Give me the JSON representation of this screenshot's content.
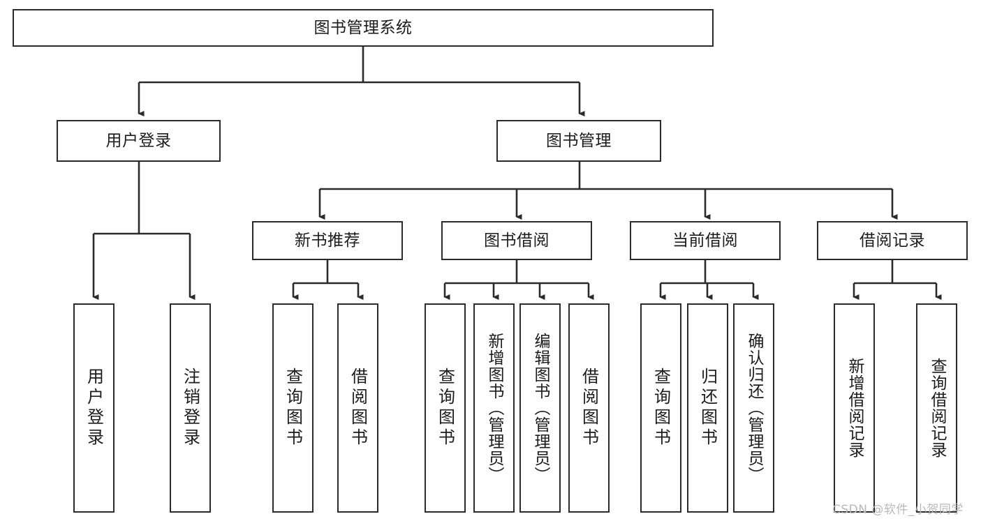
{
  "diagram": {
    "title": "图书管理系统",
    "type": "hierarchy-tree",
    "watermark": "CSDN @软件_小贺同学",
    "colors": {
      "stroke": "#2b2b2b",
      "fill": "#ffffff",
      "text": "#1c1c1c",
      "watermark": "#b9b9b9"
    },
    "nodes": {
      "root": {
        "label": "图书管理系统"
      },
      "level2": [
        {
          "label": "用户登录"
        },
        {
          "label": "图书管理"
        }
      ],
      "level3": [
        {
          "label": "新书推荐"
        },
        {
          "label": "图书借阅"
        },
        {
          "label": "当前借阅"
        },
        {
          "label": "借阅记录"
        }
      ],
      "leaves": {
        "user_login": [
          {
            "label": "用户登录"
          },
          {
            "label": "注销登录"
          }
        ],
        "new_book": [
          {
            "label": "查询图书"
          },
          {
            "label": "借阅图书"
          }
        ],
        "book_borrow": [
          {
            "label": "查询图书"
          },
          {
            "label": "新增图书（管理员）"
          },
          {
            "label": "编辑图书（管理员）"
          },
          {
            "label": "借阅图书"
          }
        ],
        "current_borrow": [
          {
            "label": "查询图书"
          },
          {
            "label": "归还图书"
          },
          {
            "label": "确认归还（管理员）"
          }
        ],
        "borrow_record": [
          {
            "label": "新增借阅记录"
          },
          {
            "label": "查询借阅记录"
          }
        ]
      }
    }
  }
}
